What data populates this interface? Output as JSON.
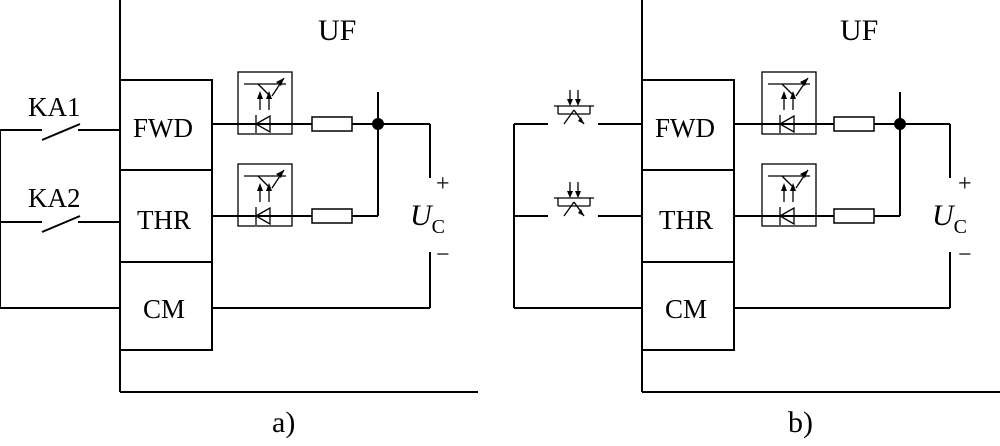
{
  "panel_a": {
    "unit_label": "UF",
    "switches": [
      "KA1",
      "KA2"
    ],
    "terminals": [
      "FWD",
      "THR",
      "CM"
    ],
    "supply": {
      "plus": "+",
      "minus": "−",
      "symbol": "U",
      "subscript": "C"
    },
    "caption": "a)"
  },
  "panel_b": {
    "unit_label": "UF",
    "terminals": [
      "FWD",
      "THR",
      "CM"
    ],
    "supply": {
      "plus": "+",
      "minus": "−",
      "symbol": "U",
      "subscript": "C"
    },
    "caption": "b)"
  }
}
